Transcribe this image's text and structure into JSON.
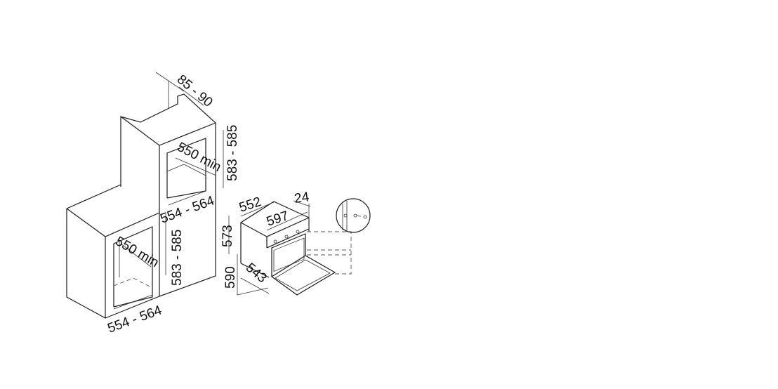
{
  "diagram": {
    "dimensions": {
      "niche_depth_column": "85 - 90",
      "column_niche_depth": "550 min",
      "column_niche_height": "583 - 585",
      "column_niche_width": "554 - 564",
      "under_counter_niche_height": "583 - 585",
      "under_counter_niche_depth": "550 min",
      "under_counter_niche_width": "554 - 564",
      "oven_depth": "552",
      "front_panel_thickness": "24",
      "oven_width": "597",
      "oven_body_height": "573",
      "oven_total_height": "590",
      "oven_inner_depth": "543"
    }
  }
}
